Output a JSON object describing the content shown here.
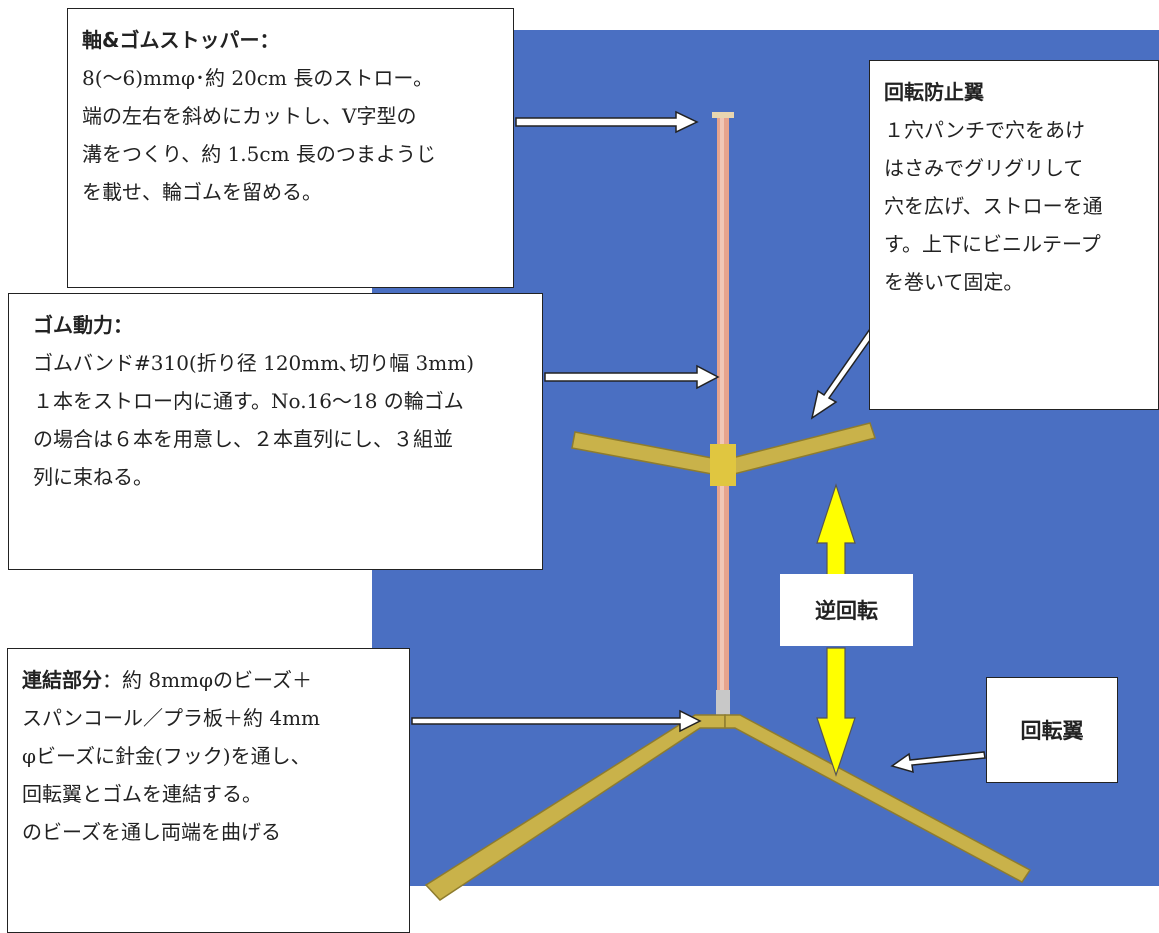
{
  "axis_box": {
    "title": "軸&ゴムストッパー：",
    "lines": [
      "8(～6)mmφ･約 20cm 長のストロー。",
      "端の左右を斜めにカットし、V字型の",
      "溝をつくり、約 1.5cm 長のつまようじ",
      "を載せ、輪ゴムを留める。"
    ]
  },
  "rubber_box": {
    "title": "ゴム動力：",
    "lines": [
      "ゴムバンド#310(折り径 120mm､切り幅 3mm)",
      "１本をストロー内に通す。No.16～18 の輪ゴム",
      "の場合は６本を用意し、２本直列にし、３組並",
      "列に束ねる。"
    ]
  },
  "anti_box": {
    "title": "回転防止翼",
    "lines": [
      "１穴パンチで穴をあけ",
      "はさみでグリグリして",
      "穴を広げ、ストローを通",
      "す。上下にビニルテープ",
      "を巻いて固定。"
    ]
  },
  "joint_box": {
    "title": "連結部分",
    "title_suffix": "：約 8mmφのビーズ＋",
    "lines": [
      "スパンコール／プラ板＋約 4mm",
      "φビーズに針金(フック)を通し、",
      "回転翼とゴムを連結する。",
      "のビーズを通し両端を曲げる"
    ]
  },
  "reverse_label": "逆回転",
  "wing_label": "回転翼",
  "colors": {
    "background_blue": "#4a6fc2",
    "wing_yellow": "#c9b24a",
    "arrow_yellow": "#ffff00",
    "straw_pink": "#e6a48e"
  }
}
